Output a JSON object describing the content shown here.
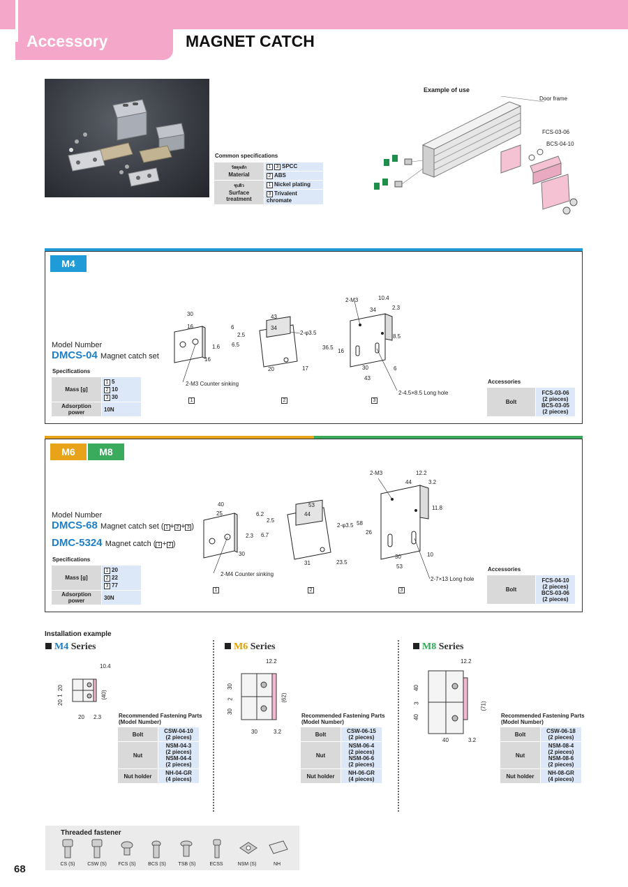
{
  "header": {
    "tab_label": "Accessory",
    "title": "MAGNET CATCH"
  },
  "common_specs": {
    "title": "Common specifications",
    "material_label_th": "วัสดุหลัก",
    "material_label": "Material",
    "material_rows": [
      {
        "nums": [
          "1",
          "3"
        ],
        "value": "SPCC"
      },
      {
        "nums": [
          "2"
        ],
        "value": "ABS"
      }
    ],
    "surface_label_th": "ชุบผิว",
    "surface_label": "Surface treatment",
    "surface_rows": [
      {
        "nums": [
          "1"
        ],
        "value": "Nickel plating"
      },
      {
        "nums": [
          "3"
        ],
        "value": "Trivalent chromate"
      }
    ]
  },
  "example": {
    "title": "Example of use",
    "labels": [
      "Door frame",
      "FCS-03-06",
      "BCS-04-10"
    ]
  },
  "m4": {
    "badge": "M4",
    "model_label": "Model Number",
    "model_no": "DMCS-04",
    "model_desc": "Magnet catch set",
    "specs_title": "Specifications",
    "mass_label": "Mass [g]",
    "mass": [
      {
        "n": "1",
        "v": "5"
      },
      {
        "n": "2",
        "v": "10"
      },
      {
        "n": "3",
        "v": "30"
      }
    ],
    "adsorption_label": "Adsorption power",
    "adsorption": "10N",
    "fig_nums": [
      "1",
      "2",
      "3"
    ],
    "notes": {
      "counter": "2-M3 Counter sinking",
      "hole": "2-4.5×8.5 Long hole",
      "m3": "2-M3",
      "phi": "2-φ3.5"
    },
    "dims": [
      "30",
      "16",
      "1.6",
      "16",
      "6",
      "2.5",
      "43",
      "34",
      "6.5",
      "20",
      "17",
      "10.4",
      "34",
      "2.3",
      "8.5",
      "36.5",
      "16",
      "30",
      "6",
      "43"
    ],
    "accessories_title": "Accessories",
    "bolt_label": "Bolt",
    "bolt": [
      "FCS-03-06",
      "(2 pieces)",
      "BCS-03-05",
      "(2 pieces)"
    ]
  },
  "m68": {
    "badge1": "M6",
    "badge2": "M8",
    "model_label": "Model Number",
    "model_no1": "DMCS-68",
    "model_desc1": "Magnet catch set (",
    "model_desc1_end": ")",
    "model_no2": "DMC-5324",
    "model_desc2": "Magnet catch (",
    "model_desc2_end": ")",
    "specs_title": "Specifications",
    "mass_label": "Mass [g]",
    "mass": [
      {
        "n": "1",
        "v": "20"
      },
      {
        "n": "2",
        "v": "22"
      },
      {
        "n": "3",
        "v": "77"
      }
    ],
    "adsorption_label": "Adsorption power",
    "adsorption": "30N",
    "fig_nums": [
      "1",
      "2",
      "3"
    ],
    "notes": {
      "counter": "2-M4 Counter sinking",
      "hole": "2-7×13 Long hole",
      "m3": "2-M3",
      "phi": "2-φ3.5"
    },
    "dims": [
      "40",
      "25",
      "2.3",
      "30",
      "6.2",
      "2.5",
      "53",
      "44",
      "6.7",
      "31",
      "23.5",
      "12.2",
      "44",
      "3.2",
      "11.8",
      "58",
      "26",
      "30",
      "10",
      "53"
    ],
    "accessories_title": "Accessories",
    "bolt_label": "Bolt",
    "bolt": [
      "FCS-04-10",
      "(2 pieces)",
      "BCS-03-06",
      "(2 pieces)"
    ]
  },
  "installation": {
    "title": "Installation example",
    "series_word": "Series",
    "rec_title": "Recommended Fastening Parts",
    "rec_sub": "(Model Number)",
    "bolt_label": "Bolt",
    "nut_label": "Nut",
    "holder_label": "Nut holder",
    "m4": {
      "name": "M4",
      "dims": [
        "10.4",
        "20",
        "1",
        "20",
        "(40)",
        "20",
        "2.3"
      ],
      "bolt": [
        "CSW-04-10",
        "(2 pieces)"
      ],
      "nut": [
        "NSM-04-3",
        "(2 pieces)",
        "NSM-04-4",
        "(2 pieces)"
      ],
      "holder": [
        "NH-04-GR",
        "(4 pieces)"
      ]
    },
    "m6": {
      "name": "M6",
      "dims": [
        "12.2",
        "30",
        "2",
        "30",
        "(62)",
        "30",
        "3.2"
      ],
      "bolt": [
        "CSW-06-15",
        "(2 pieces)"
      ],
      "nut": [
        "NSM-06-4",
        "(2 pieces)",
        "NSM-06-6",
        "(2 pieces)"
      ],
      "holder": [
        "NH-06-GR",
        "(4 pieces)"
      ]
    },
    "m8": {
      "name": "M8",
      "dims": [
        "12.2",
        "40",
        "3",
        "40",
        "(71)",
        "40",
        "3.2"
      ],
      "bolt": [
        "CSW-06-18",
        "(2 pieces)"
      ],
      "nut": [
        "NSM-08-4",
        "(2 pieces)",
        "NSM-08-6",
        "(2 pieces)"
      ],
      "holder": [
        "NH-08-GR",
        "(4 pieces)"
      ]
    }
  },
  "threaded": {
    "title": "Threaded fastener",
    "items": [
      "CS (S)",
      "CSW (S)",
      "FCS (S)",
      "BCS (S)",
      "TSB (S)",
      "ECSS",
      "NSM (S)",
      "NH"
    ]
  },
  "page_number": "68",
  "colors": {
    "pink": "#f4a7c8",
    "blue": "#1f9bd7",
    "orange": "#e8a31a",
    "green": "#3aaa5c",
    "spec_blue": "#dce8f7"
  }
}
